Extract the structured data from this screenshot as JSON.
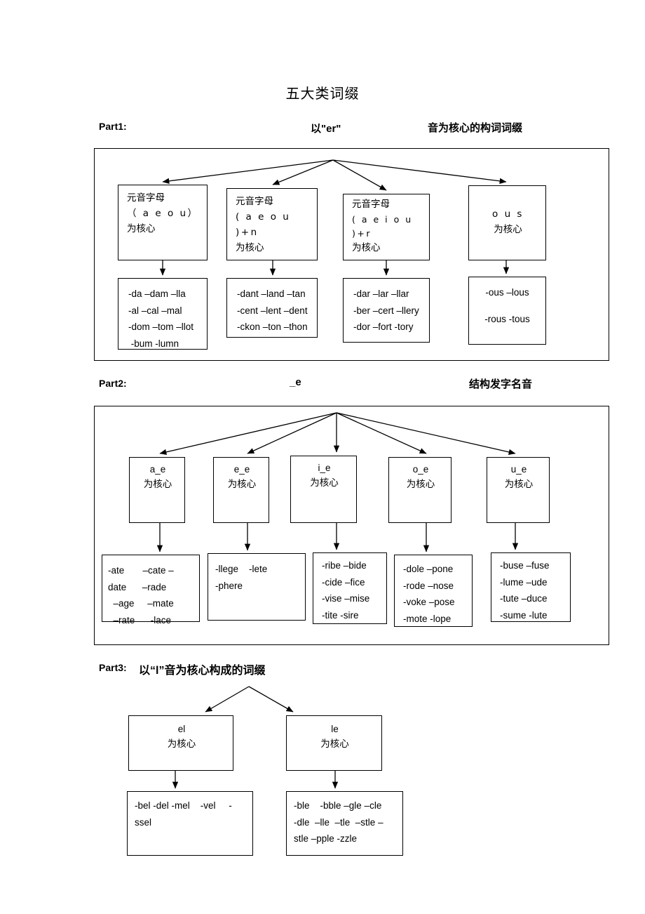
{
  "document": {
    "title": "五大类词缀"
  },
  "part1": {
    "label": "Part1:",
    "middle": "以\"er\"",
    "right": "音为核心的构词词缀",
    "nodes": [
      {
        "line1": "元音字母",
        "line2": "（ a e o u）",
        "line3": "为核心"
      },
      {
        "line1": "元音字母",
        "line2": "( a e o u )+n",
        "line3": "为核心"
      },
      {
        "line1": "元音字母",
        "line2": "( a e i o u )+r",
        "line3": "为核心"
      },
      {
        "line1": "o u s",
        "line2": "为核心",
        "line3": ""
      }
    ],
    "suffixes": [
      {
        "rows": [
          "-da –dam –lla",
          "-al –cal –mal",
          "-dom –tom –llot",
          " -bum -lumn"
        ]
      },
      {
        "rows": [
          "-dant –land –tan",
          "-cent –lent –dent",
          "-ckon –ton –thon"
        ]
      },
      {
        "rows": [
          "-dar –lar –llar",
          "-ber –cert –llery",
          "-dor –fort -tory"
        ]
      },
      {
        "rows": [
          "-ous –lous",
          "",
          "-rous -tous"
        ]
      }
    ]
  },
  "part2": {
    "label": "Part2:",
    "middle": "_e",
    "right": "结构发字名音",
    "nodes": [
      {
        "line1": "a_e",
        "line2": "为核心"
      },
      {
        "line1": "e_e",
        "line2": "为核心"
      },
      {
        "line1": "i_e",
        "line2": "为核心"
      },
      {
        "line1": "o_e",
        "line2": "为核心"
      },
      {
        "line1": "u_e",
        "line2": "为核心"
      }
    ],
    "suffixes": [
      {
        "rows": [
          "-ate       –cate –",
          "date      –rade",
          "  –age     –mate",
          "  –rate      -lace"
        ]
      },
      {
        "rows": [
          "-llege    -lete",
          "-phere"
        ]
      },
      {
        "rows": [
          "-ribe –bide",
          "-cide –fice",
          "-vise –mise",
          "-tite -sire"
        ]
      },
      {
        "rows": [
          "-dole –pone",
          "-rode –nose",
          "-voke –pose",
          "-mote -lope"
        ]
      },
      {
        "rows": [
          "-buse –fuse",
          "-lume –ude",
          "-tute –duce",
          "-sume -lute"
        ]
      }
    ]
  },
  "part3": {
    "label": "Part3:",
    "heading": "以“l”音为核心构成的词缀",
    "nodes": [
      {
        "line1": "el",
        "line2": "为核心"
      },
      {
        "line1": "le",
        "line2": "为核心"
      }
    ],
    "suffixes": [
      {
        "rows": [
          "-bel -del -mel    -vel     -",
          "ssel"
        ]
      },
      {
        "rows": [
          "-ble    -bble –gle –cle",
          "-dle  –lle  –tle  –stle –",
          "stle –pple -zzle"
        ]
      }
    ]
  },
  "colors": {
    "ink": "#000000",
    "paper": "#ffffff"
  }
}
